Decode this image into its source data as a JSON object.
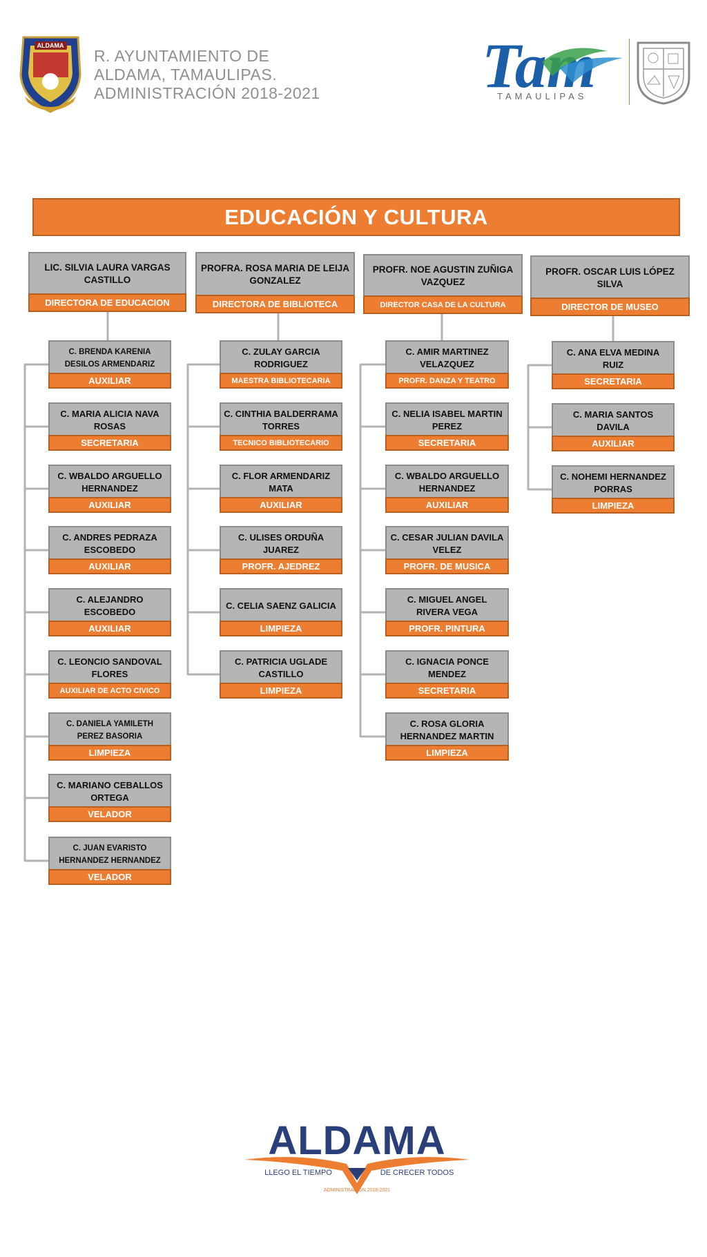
{
  "header": {
    "line1": "R. AYUNTAMIENTO DE",
    "line2": "ALDAMA, TAMAULIPAS.",
    "line3": "ADMINISTRACIÓN  2018-2021"
  },
  "logos": {
    "crest_text": "ALDAMA",
    "tam_text": "Tam",
    "tam_sub": "TAMAULIPAS",
    "footer_text": "ALDAMA",
    "footer_tag_left": "LLEGO EL TIEMPO",
    "footer_tag_right": "DE CRECER TODOS",
    "footer_small": "ADMINISTRACIÓN 2018-2021"
  },
  "title": "EDUCACIÓN Y CULTURA",
  "heads": [
    {
      "name": "LIC. SILVIA LAURA VARGAS CASTILLO",
      "role": "DIRECTORA DE EDUCACION"
    },
    {
      "name": "PROFRA. ROSA MARIA DE LEIJA GONZALEZ",
      "role": "DIRECTORA DE BIBLIOTECA"
    },
    {
      "name": "PROFR. NOE AGUSTIN ZUÑIGA VAZQUEZ",
      "role": "DIRECTOR CASA DE LA CULTURA"
    },
    {
      "name": "PROFR. OSCAR LUIS LÓPEZ SILVA",
      "role": "DIRECTOR DE MUSEO"
    }
  ],
  "columns": [
    [
      {
        "name": "C. BRENDA KARENIA DESILOS ARMENDARIZ",
        "role": "AUXILIAR"
      },
      {
        "name": "C. MARIA ALICIA NAVA ROSAS",
        "role": "SECRETARIA"
      },
      {
        "name": "C. WBALDO ARGUELLO HERNANDEZ",
        "role": "AUXILIAR"
      },
      {
        "name": "C. ANDRES PEDRAZA ESCOBEDO",
        "role": "AUXILIAR"
      },
      {
        "name": "C. ALEJANDRO ESCOBEDO",
        "role": "AUXILIAR"
      },
      {
        "name": "C. LEONCIO SANDOVAL FLORES",
        "role": "AUXILIAR DE ACTO CIVICO"
      },
      {
        "name": "C. DANIELA YAMILETH PEREZ BASORIA",
        "role": "LIMPIEZA"
      },
      {
        "name": "C. MARIANO CEBALLOS ORTEGA",
        "role": "VELADOR"
      },
      {
        "name": "C. JUAN EVARISTO HERNANDEZ HERNANDEZ",
        "role": "VELADOR"
      }
    ],
    [
      {
        "name": "C. ZULAY GARCIA RODRIGUEZ",
        "role": "MAESTRA BIBLIOTECARIA"
      },
      {
        "name": "C. CINTHIA BALDERRAMA TORRES",
        "role": "TECNICO BIBLIOTECARIO"
      },
      {
        "name": "C. FLOR ARMENDARIZ MATA",
        "role": "AUXILIAR"
      },
      {
        "name": "C. ULISES ORDUÑA JUAREZ",
        "role": "PROFR. AJEDREZ"
      },
      {
        "name": "C. CELIA SAENZ GALICIA",
        "role": "LIMPIEZA"
      },
      {
        "name": "C. PATRICIA UGLADE CASTILLO",
        "role": "LIMPIEZA"
      }
    ],
    [
      {
        "name": "C. AMIR MARTINEZ VELAZQUEZ",
        "role": "PROFR. DANZA Y TEATRO"
      },
      {
        "name": "C. NELIA ISABEL MARTIN PEREZ",
        "role": "SECRETARIA"
      },
      {
        "name": "C. WBALDO ARGUELLO HERNANDEZ",
        "role": "AUXILIAR"
      },
      {
        "name": "C. CESAR JULIAN DAVILA VELEZ",
        "role": "PROFR. DE MUSICA"
      },
      {
        "name": "C. MIGUEL ANGEL RIVERA VEGA",
        "role": "PROFR. PINTURA"
      },
      {
        "name": "C. IGNACIA PONCE MENDEZ",
        "role": "SECRETARIA"
      },
      {
        "name": "C. ROSA GLORIA HERNANDEZ MARTIN",
        "role": "LIMPIEZA"
      }
    ],
    [
      {
        "name": "C. ANA ELVA MEDINA RUIZ",
        "role": "SECRETARIA"
      },
      {
        "name": "C. MARIA SANTOS DAVILA",
        "role": "AUXILIAR"
      },
      {
        "name": "C. NOHEMI HERNANDEZ PORRAS",
        "role": "LIMPIEZA"
      }
    ]
  ],
  "colors": {
    "accent": "#ed7d31",
    "box": "#b5b5b5",
    "line": "#b3b3b3"
  }
}
